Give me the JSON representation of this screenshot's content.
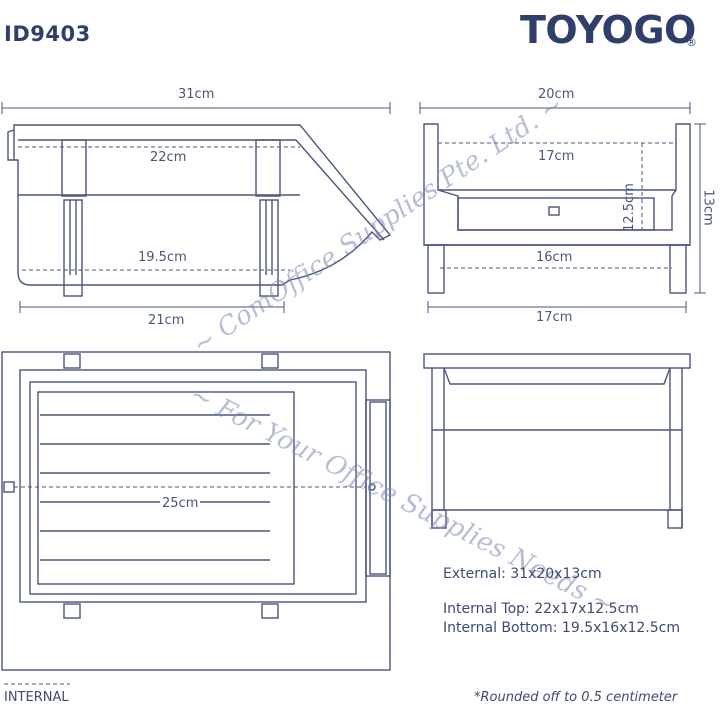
{
  "header": {
    "product_code": "ID9403",
    "brand": "TOYOGO",
    "registered_mark": "®"
  },
  "dimensions": {
    "side_top_width": "31cm",
    "side_internal_top": "22cm",
    "side_internal_bottom": "19.5cm",
    "side_base": "21cm",
    "front_top_width": "20cm",
    "front_internal_top": "17cm",
    "front_internal_height": "12.5cm",
    "front_height": "13cm",
    "front_internal_bottom": "16cm",
    "front_base": "17cm",
    "top_internal_length": "25cm"
  },
  "specs": {
    "external": "External: 31x20x13cm",
    "internal_top": "Internal Top: 22x17x12.5cm",
    "internal_bottom": "Internal Bottom: 19.5x16x12.5cm"
  },
  "legend": {
    "internal": "INTERNAL"
  },
  "footnote": "*Rounded off to 0.5 centimeter",
  "watermark": {
    "line1": "~ ComOffice Supplies Pte. Ltd. ~",
    "line2": "~ For Your Office Supplies Needs ~"
  },
  "colors": {
    "line": "#4a5680",
    "brand": "#2f3e6b"
  }
}
